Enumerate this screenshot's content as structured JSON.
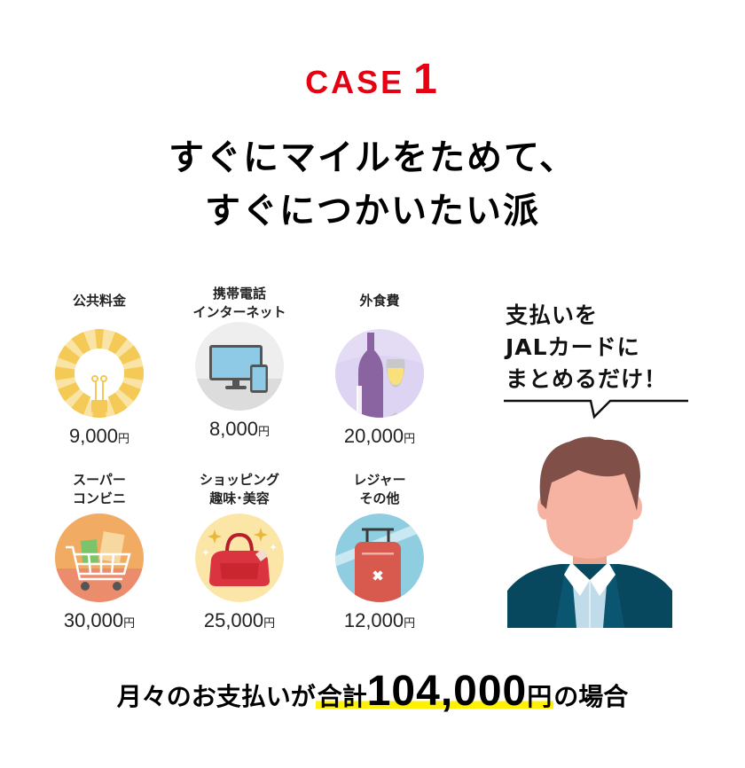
{
  "header": {
    "case_word": "CASE",
    "case_number": "1",
    "title_line1": "すぐにマイルをためて、",
    "title_line2": "すぐにつかいたい派",
    "accent_color": "#e60012"
  },
  "expenses": [
    {
      "label_lines": [
        "公共料金"
      ],
      "amount": "9,000",
      "unit": "円",
      "icon": "light-bulb-icon"
    },
    {
      "label_lines": [
        "携帯電話",
        "インターネット"
      ],
      "amount": "8,000",
      "unit": "円",
      "icon": "monitor-phone-icon"
    },
    {
      "label_lines": [
        "外食費"
      ],
      "amount": "20,000",
      "unit": "円",
      "icon": "wine-bottle-glass-icon"
    },
    {
      "label_lines": [
        "スーパー",
        "コンビニ"
      ],
      "amount": "30,000",
      "unit": "円",
      "icon": "shopping-cart-icon"
    },
    {
      "label_lines": [
        "ショッピング",
        "趣味･美容"
      ],
      "amount": "25,000",
      "unit": "円",
      "icon": "handbag-icon"
    },
    {
      "label_lines": [
        "レジャー",
        "その他"
      ],
      "amount": "12,000",
      "unit": "円",
      "icon": "suitcase-icon"
    }
  ],
  "speech_bubble": {
    "lines": [
      "支払いを",
      "JALカードに",
      "まとめるだけ！"
    ]
  },
  "summary": {
    "prefix": "月々のお支払いが",
    "highlight_label": "合計",
    "total": "104,000",
    "unit": "円",
    "suffix": "の場合",
    "highlight_color": "#fff100"
  }
}
